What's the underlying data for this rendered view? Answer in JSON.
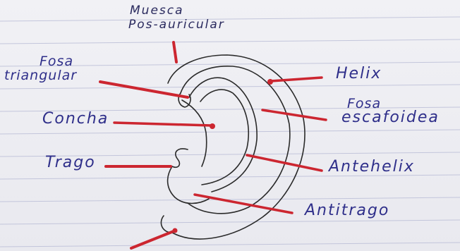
{
  "diagram": {
    "labels": {
      "muesca": {
        "line1": "Muesca",
        "line2": "Pos-auricular"
      },
      "fosa_triangular": {
        "line1": "Fosa",
        "line2": "triangular"
      },
      "concha": "Concha",
      "trago": "Trago",
      "helix": "Helix",
      "fosa_escafoidea": {
        "line1": "Fosa",
        "line2": "escafoidea"
      },
      "antehelix": "Antehelix",
      "antitrago": "Antitrago"
    },
    "colors": {
      "ink": "#2f2f8a",
      "pointer": "#cc2630",
      "sketch": "#2a2a2a",
      "paper_line": "#b9bcd6"
    }
  }
}
